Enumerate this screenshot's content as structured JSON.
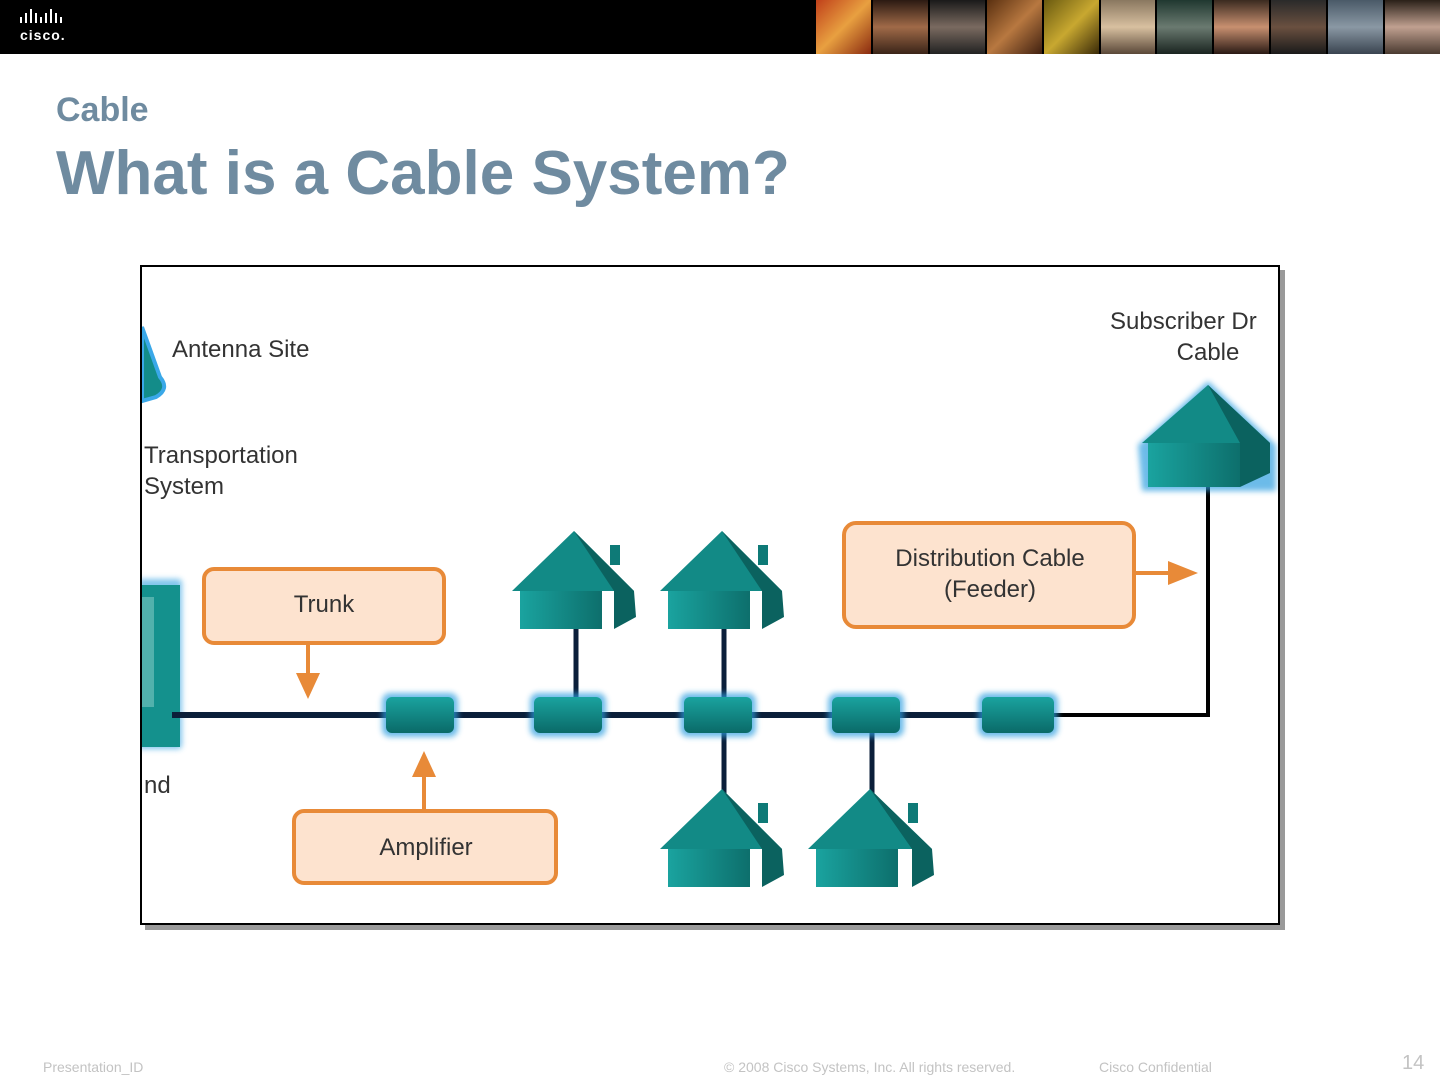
{
  "header": {
    "logo_text": "cisco.",
    "brand_color": "#6f8ba0"
  },
  "slide": {
    "section": "Cable",
    "title": "What is a Cable System?"
  },
  "diagram": {
    "labels": {
      "antenna_site": "Antenna Site",
      "transport_1": "Transportation",
      "transport_2": "System",
      "headend_fragment": "nd",
      "subscriber_1": "Subscriber Dr",
      "subscriber_2": "Cable"
    },
    "callouts": {
      "trunk": "Trunk",
      "amplifier": "Amplifier",
      "distribution_1": "Distribution Cable",
      "distribution_2": "(Feeder)"
    },
    "colors": {
      "house": "#138c89",
      "callout_border": "#e88a38",
      "callout_fill": "#fde3cf",
      "cable": "#0b1f3a",
      "glow": "#2f9fe0"
    }
  },
  "footer": {
    "presentation_id": "Presentation_ID",
    "copyright": "© 2008 Cisco Systems, Inc. All rights reserved.",
    "confidential": "Cisco Confidential",
    "page_number": "14"
  }
}
